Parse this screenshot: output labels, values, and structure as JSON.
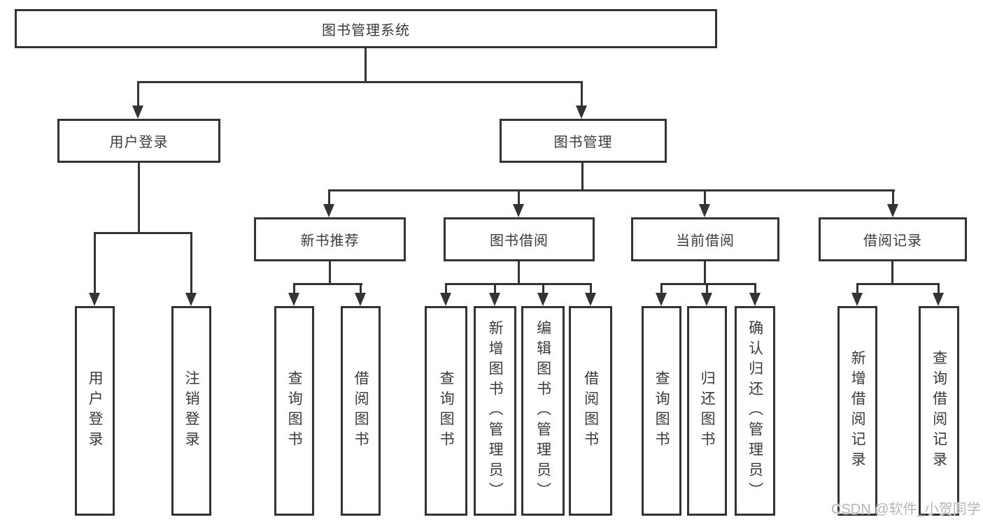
{
  "colors": {
    "line": "#333333",
    "box_border": "#333333",
    "box_fill": "#ffffff",
    "text": "#3a3a3a",
    "watermark": "#b5b5b5",
    "background": "#ffffff"
  },
  "watermark": {
    "text": "CSDN @软件_小贺同学"
  },
  "tree": {
    "label": "图书管理系统",
    "children": [
      {
        "label": "用户登录",
        "children": [
          {
            "label": "用户登录"
          },
          {
            "label": "注销登录"
          }
        ]
      },
      {
        "label": "图书管理",
        "children": [
          {
            "label": "新书推荐",
            "children": [
              {
                "label": "查询图书"
              },
              {
                "label": "借阅图书"
              }
            ]
          },
          {
            "label": "图书借阅",
            "children": [
              {
                "label": "查询图书"
              },
              {
                "label": "新增图书（管理员）"
              },
              {
                "label": "编辑图书（管理员）"
              },
              {
                "label": "借阅图书"
              }
            ]
          },
          {
            "label": "当前借阅",
            "children": [
              {
                "label": "查询图书"
              },
              {
                "label": "归还图书"
              },
              {
                "label": "确认归还（管理员）"
              }
            ]
          },
          {
            "label": "借阅记录",
            "children": [
              {
                "label": "新增借阅记录"
              },
              {
                "label": "查询借阅记录"
              }
            ]
          }
        ]
      }
    ]
  }
}
